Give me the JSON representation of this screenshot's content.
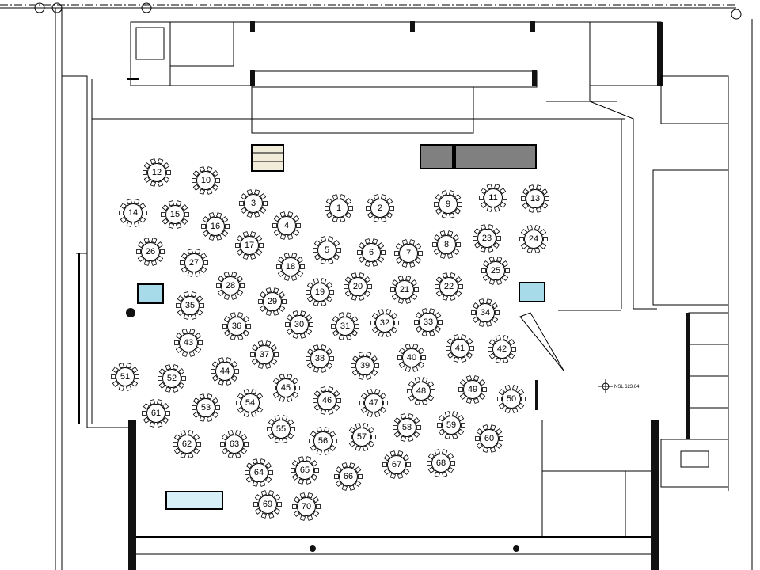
{
  "plan": {
    "elevation_note": "NSL 623.64",
    "tables": [
      "1",
      "2",
      "3",
      "4",
      "5",
      "6",
      "7",
      "8",
      "9",
      "10",
      "11",
      "12",
      "13",
      "14",
      "15",
      "16",
      "17",
      "18",
      "19",
      "20",
      "21",
      "22",
      "23",
      "24",
      "25",
      "26",
      "27",
      "28",
      "29",
      "30",
      "31",
      "32",
      "33",
      "34",
      "35",
      "36",
      "37",
      "38",
      "39",
      "40",
      "41",
      "42",
      "43",
      "44",
      "45",
      "46",
      "47",
      "48",
      "49",
      "50",
      "51",
      "52",
      "53",
      "54",
      "55",
      "56",
      "57",
      "58",
      "59",
      "60",
      "61",
      "62",
      "63",
      "64",
      "65",
      "66",
      "67",
      "68",
      "69",
      "70"
    ],
    "colors": {
      "blue_fixture": "#a8dbe9",
      "gray_counter": "#808080",
      "stage": "#f1ecd9"
    }
  }
}
